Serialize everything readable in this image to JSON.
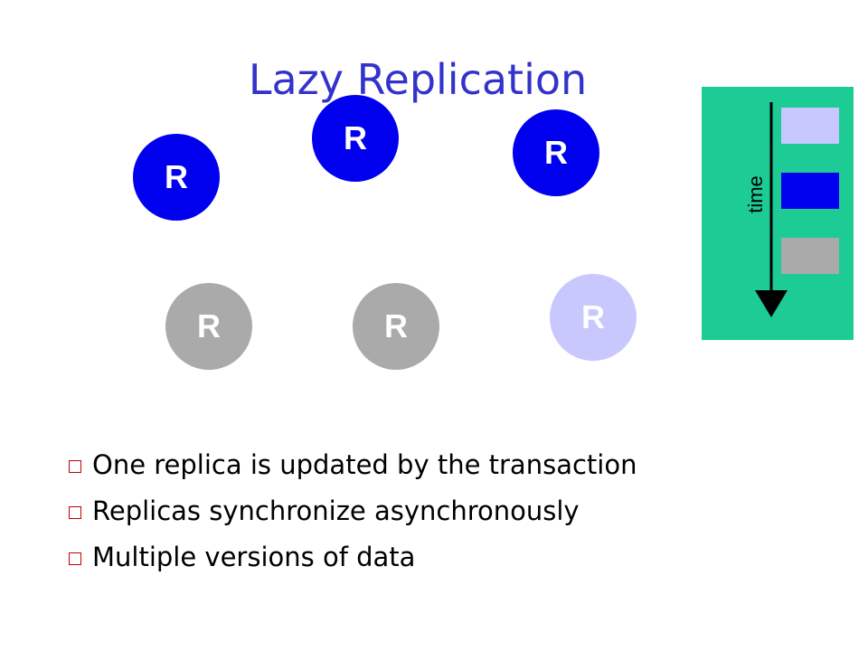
{
  "slide": {
    "title": "Lazy Replication",
    "replicas": [
      {
        "label": "R",
        "state": "updated",
        "color": "#0000ee"
      },
      {
        "label": "R",
        "state": "updated",
        "color": "#0000ee"
      },
      {
        "label": "R",
        "state": "updated",
        "color": "#0000ee"
      },
      {
        "label": "R",
        "state": "stale",
        "color": "#aaaaaa"
      },
      {
        "label": "R",
        "state": "stale",
        "color": "#aaaaaa"
      },
      {
        "label": "R",
        "state": "intermediate",
        "color": "#c8c8ff"
      }
    ],
    "timeline": {
      "label": "time",
      "panel_color": "#1ccc94",
      "versions": [
        {
          "color": "#c8c8ff"
        },
        {
          "color": "#0000ee"
        },
        {
          "color": "#aaaaaa"
        }
      ]
    },
    "bullets": [
      "One replica is updated by the transaction",
      "Replicas synchronize asynchronously",
      "Multiple versions of data"
    ],
    "bullet_color": "#c00000"
  }
}
